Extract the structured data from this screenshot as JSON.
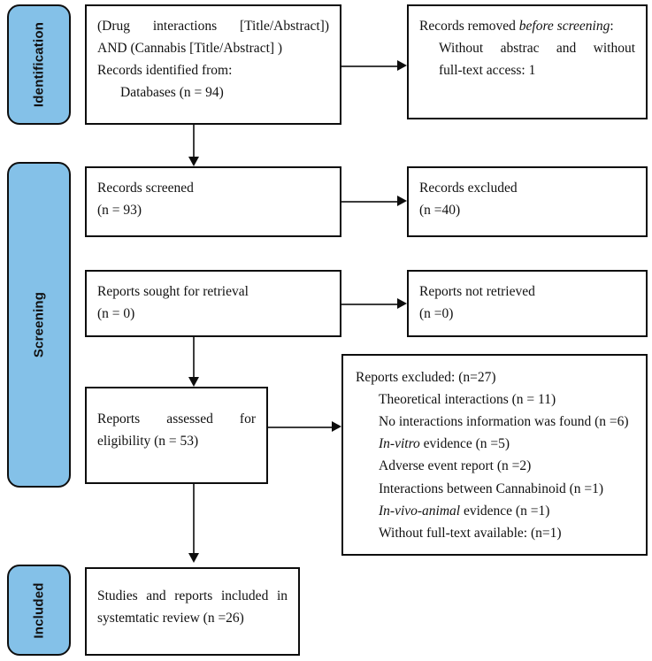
{
  "diagram": {
    "type": "prisma-flow-diagram",
    "title": "PRISMA flow diagram",
    "accent_color": "#84C1E8",
    "border_color": "#0d0d0d",
    "connector_color": "#3c3c3c"
  },
  "stages": [
    {
      "id": "identification",
      "label": "Identification"
    },
    {
      "id": "screening",
      "label": "Screening"
    },
    {
      "id": "included",
      "label": "Included"
    }
  ],
  "nodes": {
    "records_identified": {
      "name": "records-identified",
      "lines": [
        "(Drug interactions [Title/Abstract])",
        "AND (Cannabis [Title/Abstract] )",
        "Records identified from:",
        "Databases (n = 94)"
      ]
    },
    "records_removed": {
      "name": "records-removed-before-screening",
      "heading_plain": "Records removed ",
      "heading_italic": "before screening",
      "heading_tail": ":",
      "lines": [
        "Without abstrac and without",
        "full-text access: 1"
      ]
    },
    "records_screened": {
      "name": "records-screened",
      "lines": [
        "Records screened",
        "(n = 93)"
      ]
    },
    "records_excluded": {
      "name": "records-excluded",
      "lines": [
        "Records excluded",
        "(n =40)"
      ]
    },
    "reports_sought": {
      "name": "reports-sought-for-retrieval",
      "lines": [
        "Reports sought for retrieval",
        "(n = 0)"
      ]
    },
    "reports_not_retrieved": {
      "name": "reports-not-retrieved",
      "lines": [
        "Reports not retrieved",
        "(n =0)"
      ]
    },
    "reports_assessed": {
      "name": "reports-assessed-for-eligibility",
      "lines": [
        "Reports assessed for",
        "eligibility (n = 53)"
      ]
    },
    "reports_excluded": {
      "name": "reports-excluded",
      "heading": "Reports excluded: (n=27)",
      "reasons": [
        {
          "pre": "",
          "italic": "",
          "post": "Theoretical interactions (n = 11)"
        },
        {
          "pre": "",
          "italic": "",
          "post": "No interactions information was found (n =6)"
        },
        {
          "pre": "",
          "italic": "In-vitro",
          "post": " evidence (n =5)"
        },
        {
          "pre": "",
          "italic": "",
          "post": "Adverse event report (n =2)"
        },
        {
          "pre": "",
          "italic": "",
          "post": "Interactions between Cannabinoid (n =1)"
        },
        {
          "pre": "",
          "italic": "In-vivo-animal",
          "post": " evidence (n =1)"
        },
        {
          "pre": "",
          "italic": "",
          "post": "Without full-text available: (n=1)"
        }
      ]
    },
    "studies_included": {
      "name": "studies-included-in-review",
      "lines": [
        "Studies and reports included in",
        "systemtatic review (n =26)"
      ]
    }
  },
  "chart_data": {
    "type": "table",
    "title": "PRISMA 2020 flow of information",
    "rows": [
      {
        "stage": "Identification",
        "box": "Records identified from: Databases",
        "n": 94
      },
      {
        "stage": "Identification",
        "box": "Records removed before screening: Without abstrac and without full-text access",
        "n": 1
      },
      {
        "stage": "Screening",
        "box": "Records screened",
        "n": 93
      },
      {
        "stage": "Screening",
        "box": "Records excluded",
        "n": 40
      },
      {
        "stage": "Screening",
        "box": "Reports sought for retrieval",
        "n": 0
      },
      {
        "stage": "Screening",
        "box": "Reports not retrieved",
        "n": 0
      },
      {
        "stage": "Screening",
        "box": "Reports assessed for eligibility",
        "n": 53
      },
      {
        "stage": "Screening",
        "box": "Reports excluded (total)",
        "n": 27
      },
      {
        "stage": "Screening",
        "box": "Reports excluded: Theoretical interactions",
        "n": 11
      },
      {
        "stage": "Screening",
        "box": "Reports excluded: No interactions information was found",
        "n": 6
      },
      {
        "stage": "Screening",
        "box": "Reports excluded: In-vitro evidence",
        "n": 5
      },
      {
        "stage": "Screening",
        "box": "Reports excluded: Adverse event report",
        "n": 2
      },
      {
        "stage": "Screening",
        "box": "Reports excluded: Interactions between Cannabinoid",
        "n": 1
      },
      {
        "stage": "Screening",
        "box": "Reports excluded: In-vivo-animal evidence",
        "n": 1
      },
      {
        "stage": "Screening",
        "box": "Reports excluded: Without full-text available",
        "n": 1
      },
      {
        "stage": "Included",
        "box": "Studies and reports included in systemtatic review",
        "n": 26
      }
    ]
  }
}
